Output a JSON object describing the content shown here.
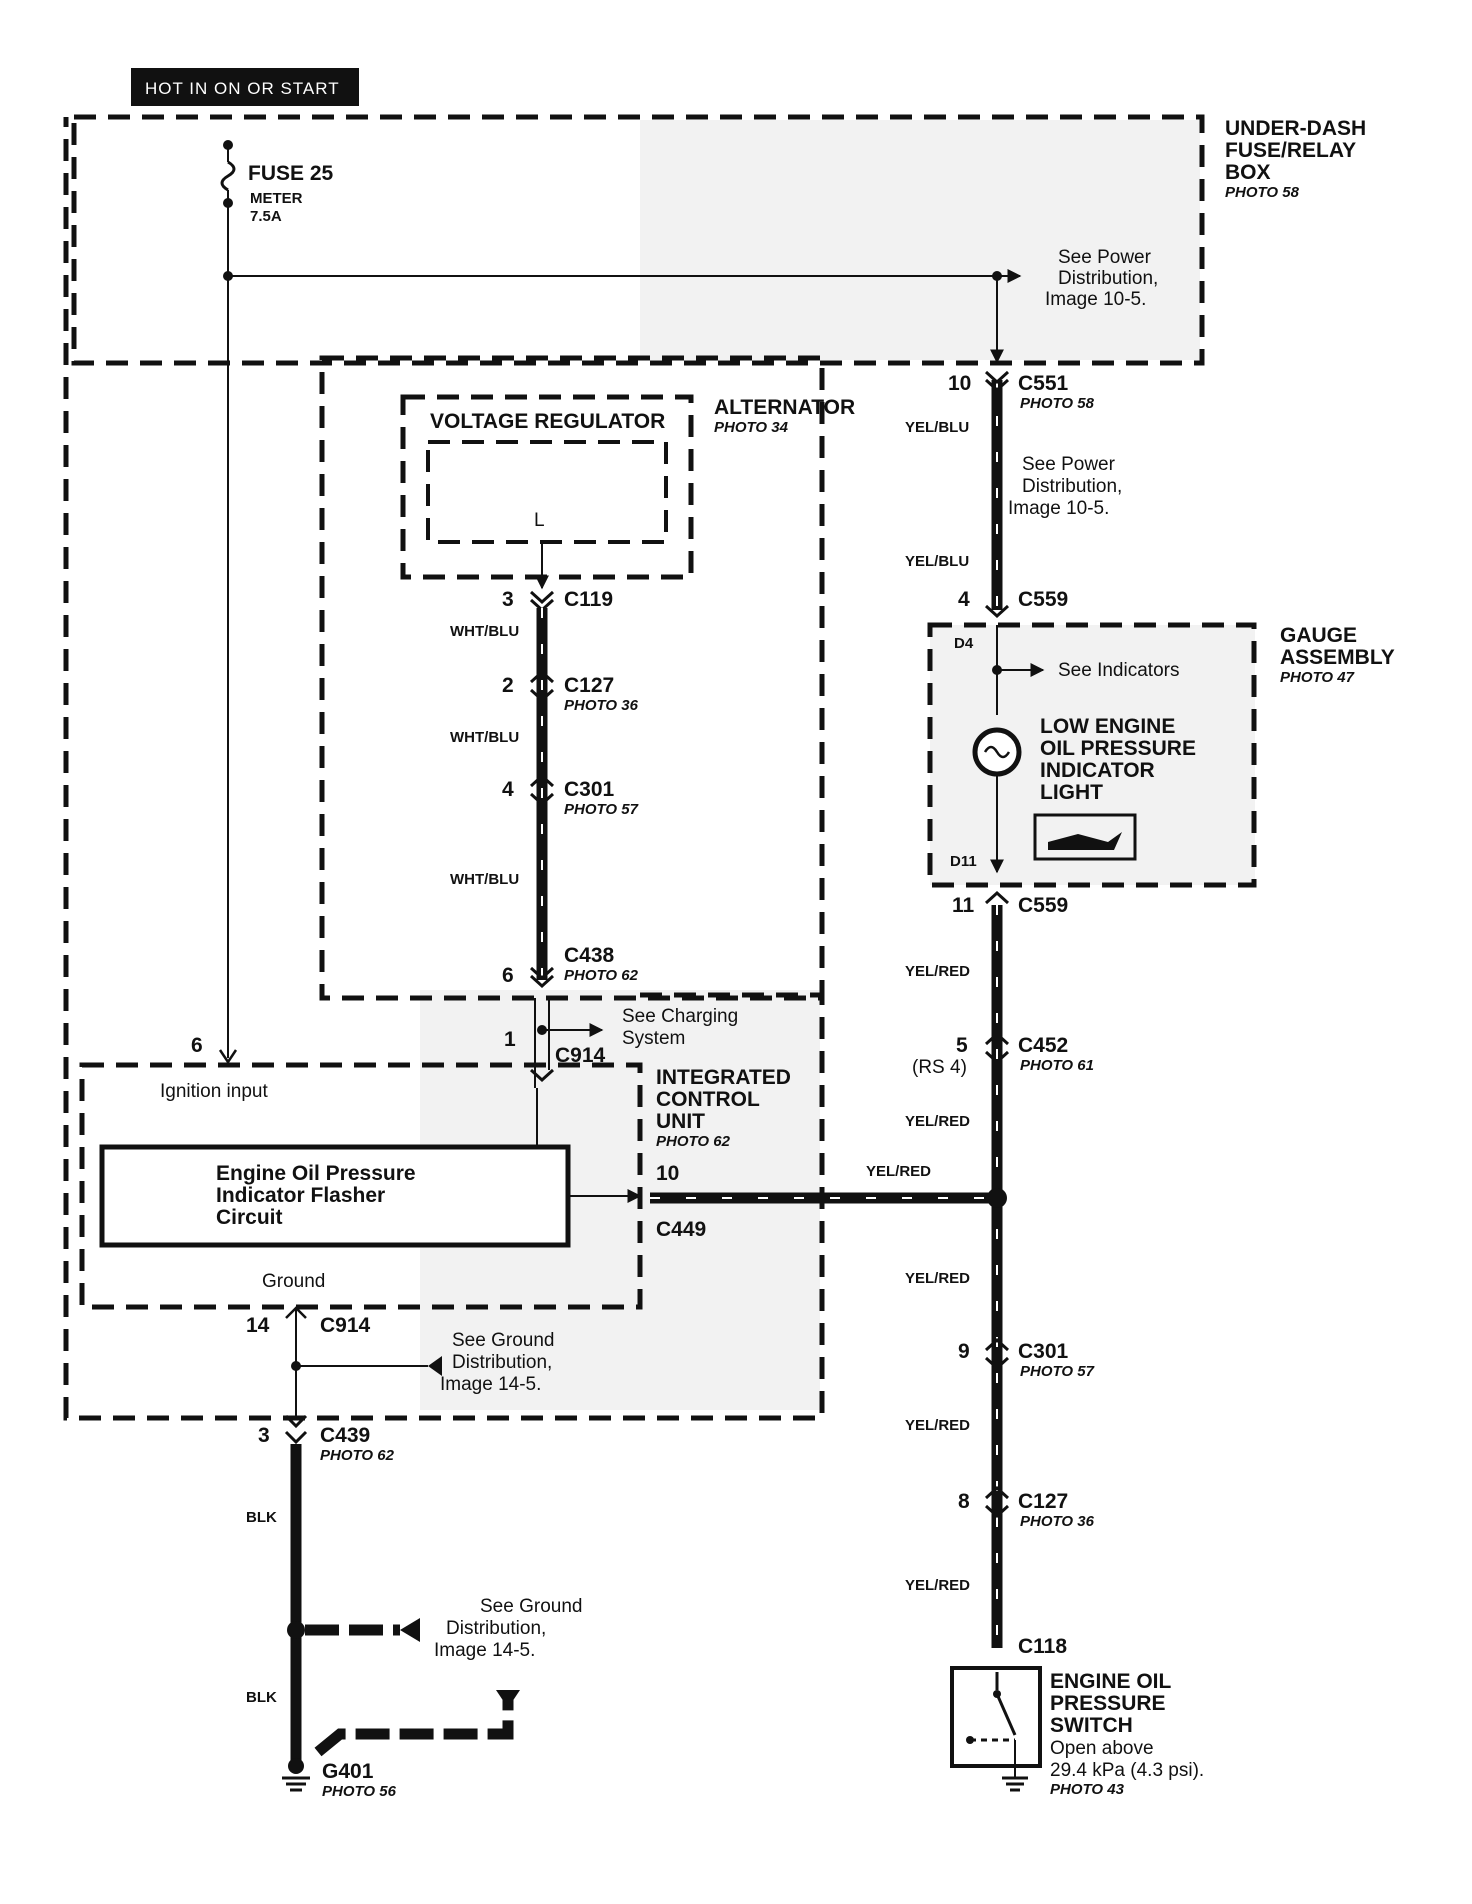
{
  "hot_banner": "HOT IN ON OR START",
  "fuse": {
    "name": "FUSE 25",
    "sub": "METER",
    "rating": "7.5A"
  },
  "fuse_box": {
    "l1": "UNDER-DASH",
    "l2": "FUSE/RELAY",
    "l3": "BOX",
    "photo": "PHOTO 58"
  },
  "power_ref_top": {
    "l1": "See Power",
    "l2": "Distribution,",
    "l3": "Image 10-5."
  },
  "power_ref_mid": {
    "l1": "See Power",
    "l2": "Distribution,",
    "l3": "Image 10-5."
  },
  "alternator": {
    "name": "ALTERNATOR",
    "photo": "PHOTO 34",
    "regulator": "VOLTAGE REGULATOR",
    "terminal": "L"
  },
  "gauge": {
    "l1": "GAUGE",
    "l2": "ASSEMBLY",
    "photo": "PHOTO 47",
    "indicators": "See Indicators",
    "light_l1": "LOW ENGINE",
    "light_l2": "OIL PRESSURE",
    "light_l3": "INDICATOR",
    "light_l4": "LIGHT",
    "pin_top": "D4",
    "pin_bottom": "D11"
  },
  "icu": {
    "l1": "INTEGRATED",
    "l2": "CONTROL",
    "l3": "UNIT",
    "photo": "PHOTO 62",
    "ignition": "Ignition input",
    "ground": "Ground",
    "circuit_l1": "Engine Oil Pressure",
    "circuit_l2": "Indicator Flasher",
    "circuit_l3": "Circuit"
  },
  "charging_ref": {
    "l1": "See Charging",
    "l2": "System"
  },
  "ground_ref_1": {
    "l1": "See Ground",
    "l2": "Distribution,",
    "l3": "Image 14-5."
  },
  "ground_ref_2": {
    "l1": "See Ground",
    "l2": "Distribution,",
    "l3": "Image 14-5."
  },
  "oil_switch": {
    "l1": "ENGINE OIL",
    "l2": "PRESSURE",
    "l3": "SWITCH",
    "l4": "Open above",
    "l5": "29.4 kPa (4.3 psi).",
    "photo": "PHOTO 43"
  },
  "connectors": {
    "c551": {
      "pin": "10",
      "name": "C551",
      "photo": "PHOTO 58"
    },
    "c559a": {
      "pin": "4",
      "name": "C559"
    },
    "c559b": {
      "pin": "11",
      "name": "C559"
    },
    "c119": {
      "pin": "3",
      "name": "C119"
    },
    "c127a": {
      "pin": "2",
      "name": "C127",
      "photo": "PHOTO 36"
    },
    "c301a": {
      "pin": "4",
      "name": "C301",
      "photo": "PHOTO 57"
    },
    "c438": {
      "pin": "6",
      "name": "C438",
      "photo": "PHOTO 62"
    },
    "c914a": {
      "pin": "1",
      "name": "C914"
    },
    "ign_pin": "6",
    "c452": {
      "pin": "5",
      "alt": "(RS 4)",
      "name": "C452",
      "photo": "PHOTO 61"
    },
    "c449": {
      "pin": "10",
      "name": "C449"
    },
    "c914b": {
      "pin": "14",
      "name": "C914"
    },
    "c439": {
      "pin": "3",
      "name": "C439",
      "photo": "PHOTO 62"
    },
    "c301b": {
      "pin": "9",
      "name": "C301",
      "photo": "PHOTO 57"
    },
    "c127b": {
      "pin": "8",
      "name": "C127",
      "photo": "PHOTO 36"
    },
    "c118": {
      "name": "C118"
    },
    "g401": {
      "name": "G401",
      "photo": "PHOTO 56"
    }
  },
  "wire_colors": {
    "yel_blu": "YEL/BLU",
    "wht_blu": "WHT/BLU",
    "yel_red": "YEL/RED",
    "blk": "BLK"
  }
}
